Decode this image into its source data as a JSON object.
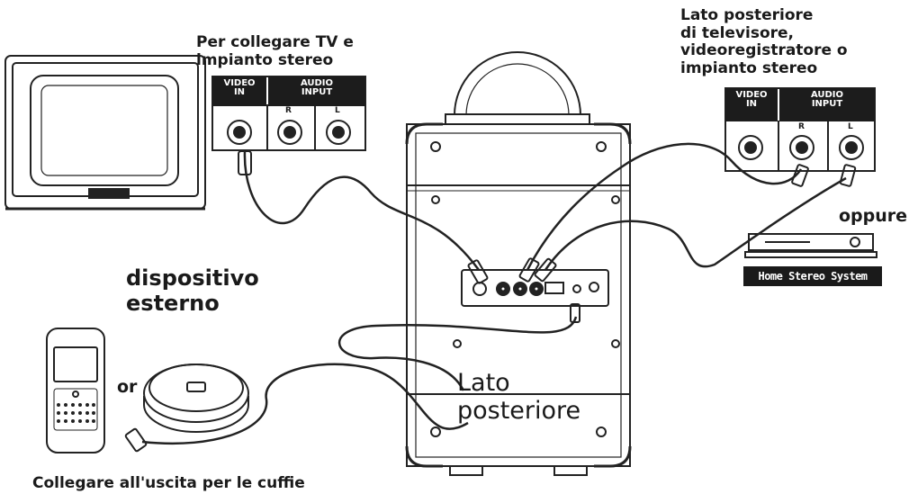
{
  "labels": {
    "tv_stereo": [
      "Per collegare TV e",
      "impianto stereo"
    ],
    "rear_tv": [
      "Lato posteriore",
      "di televisore,",
      "videoregistratore o",
      "impianto stereo"
    ],
    "oppure": "oppure",
    "external_device": [
      "dispositivo",
      "esterno"
    ],
    "or": "or",
    "rear_side": [
      "Lato",
      "posteriore"
    ],
    "headphone": "Collegare all'uscita per le cuffie",
    "home_stereo": "Home Stereo System"
  },
  "panel_left": {
    "video_header": [
      "VIDEO",
      "IN"
    ],
    "audio_header": [
      "AUDIO",
      "INPUT"
    ],
    "jacks": [
      "R",
      "L"
    ]
  },
  "panel_right": {
    "video_header": [
      "VIDEO",
      "IN"
    ],
    "audio_header": [
      "AUDIO",
      "INPUT"
    ],
    "jacks": [
      "R",
      "L"
    ]
  }
}
